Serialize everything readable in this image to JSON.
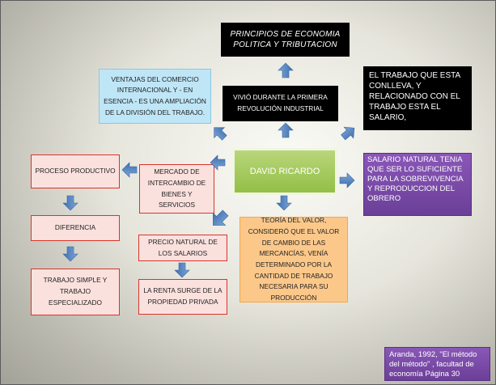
{
  "nodes": {
    "title": "PRINCIPIOS DE ECONOMIA POLITICA Y TRIBUTACION",
    "center": "DAVID RICARDO",
    "revolucion": "VIVIÓ DURANTE LA PRIMERA REVOLUCIÓN INDUSTRIAL",
    "ventajas": "VENTAJAS DEL COMERCIO INTERNACIONAL Y - EN ESENCIA - ES UNA AMPLIACIÓN DE LA DIVISIÓN DEL TRABAJO.",
    "trabajo_conlleva": "EL TRABAJO QUE ESTA CONLLEVA, Y RELACIONADO CON EL TRABAJO ESTA EL SALARIO,",
    "salario_natural": "SALARIO NATURAL TENIA QUE SER LO SUFICIENTE PARA LA SOBREVIVENCIA Y REPRODUCCION DEL OBRERO",
    "proceso": "PROCESO PRODUCTIVO",
    "diferencia": "DIFERENCIA",
    "trabajo_simple": "TRABAJO SIMPLE Y TRABAJO ESPECIALIZADO",
    "mercado": "MERCADO DE INTERCAMBIO DE BIENES Y SERVICIOS",
    "precio_natural": "PRECIO NATURAL DE LOS SALARIOS",
    "renta": "LA RENTA SURGE DE LA PROPIEDAD PRIVADA",
    "teoria": "TEORÍA DEL VALOR, CONSIDERÓ QUE EL VALOR DE CAMBIO DE LAS MERCANCÍAS, VENÍA DETERMINADO POR LA CANTIDAD DE TRABAJO NECESARIA PARA SU PRODUCCIÓN",
    "citation": "Aranda, 1992, \"El método del método\" , facultad de economía  Página 30"
  },
  "colors": {
    "arrow": "#4f81bd",
    "red_border": "#d9342b",
    "green": "#9bc24f",
    "purple": "#7a4aa8",
    "orange": "#fcc88a",
    "cyan": "#bfe6f7"
  }
}
